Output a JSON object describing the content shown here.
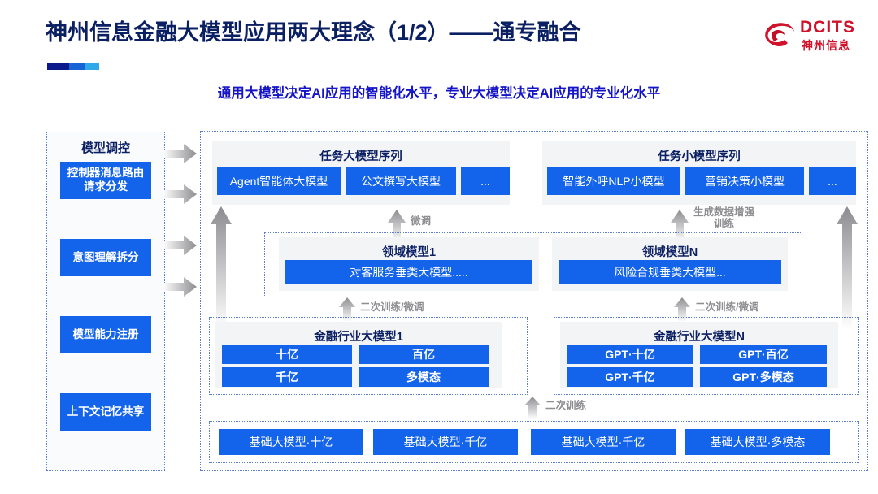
{
  "header": {
    "title": "神州信息金融大模型应用两大理念（1/2）——通专融合",
    "subtitle": "通用大模型决定AI应用的智能化水平，专业大模型决定AI应用的专业化水平",
    "logo": {
      "en": "DCITS",
      "cn": "神州信息",
      "mark_icon": "dcits-swirl-icon",
      "color": "#d1122b"
    },
    "accent_colors": [
      "#0a1a8c",
      "#1763d6",
      "#2fa9e8"
    ],
    "title_color": "#0b1f63",
    "subtitle_color": "#1414c8"
  },
  "sidebar": {
    "title": "模型调控",
    "items": [
      {
        "label": "控制器消息路由请求分发"
      },
      {
        "label": "意图理解拆分"
      },
      {
        "label": "模型能力注册"
      },
      {
        "label": "上下文记忆共享"
      }
    ],
    "arrow_icons": [
      "right-arrow-icon",
      "right-arrow-icon",
      "right-arrow-icon",
      "right-arrow-icon"
    ]
  },
  "diagram": {
    "task_groups": [
      {
        "title": "任务大模型序列",
        "chips": [
          "Agent智能体大模型",
          "公文撰写大模型",
          "..."
        ]
      },
      {
        "title": "任务小模型序列",
        "chips": [
          "智能外呼NLP小模型",
          "营销决策小模型",
          "..."
        ]
      }
    ],
    "domain_groups": [
      {
        "title": "领域模型1",
        "chips": [
          "对客服务垂类大模型....."
        ]
      },
      {
        "title": "领域模型N",
        "chips": [
          "风险合规垂类大模型..."
        ]
      }
    ],
    "industry_groups": [
      {
        "title": "金融行业大模型1",
        "chips": [
          "十亿",
          "百亿",
          "千亿",
          "多模态"
        ]
      },
      {
        "title": "金融行业大模型N",
        "chips": [
          "GPT·十亿",
          "GPT·百亿",
          "GPT·千亿",
          "GPT·多模态"
        ]
      }
    ],
    "base_models": [
      "基础大模型·十亿",
      "基础大模型·千亿",
      "基础大模型·千亿",
      "基础大模型·多模态"
    ],
    "arrow_labels": {
      "fine_tune": "微调",
      "data_augment": "生成数据增强\n训练",
      "retrain_left": "二次训练/微调",
      "retrain_right": "二次训练/微调",
      "retrain_base": "二次训练"
    },
    "chip_color": "#1464eb",
    "group_bg": "#f3f4f6",
    "frame_color": "#5b7fd0"
  }
}
